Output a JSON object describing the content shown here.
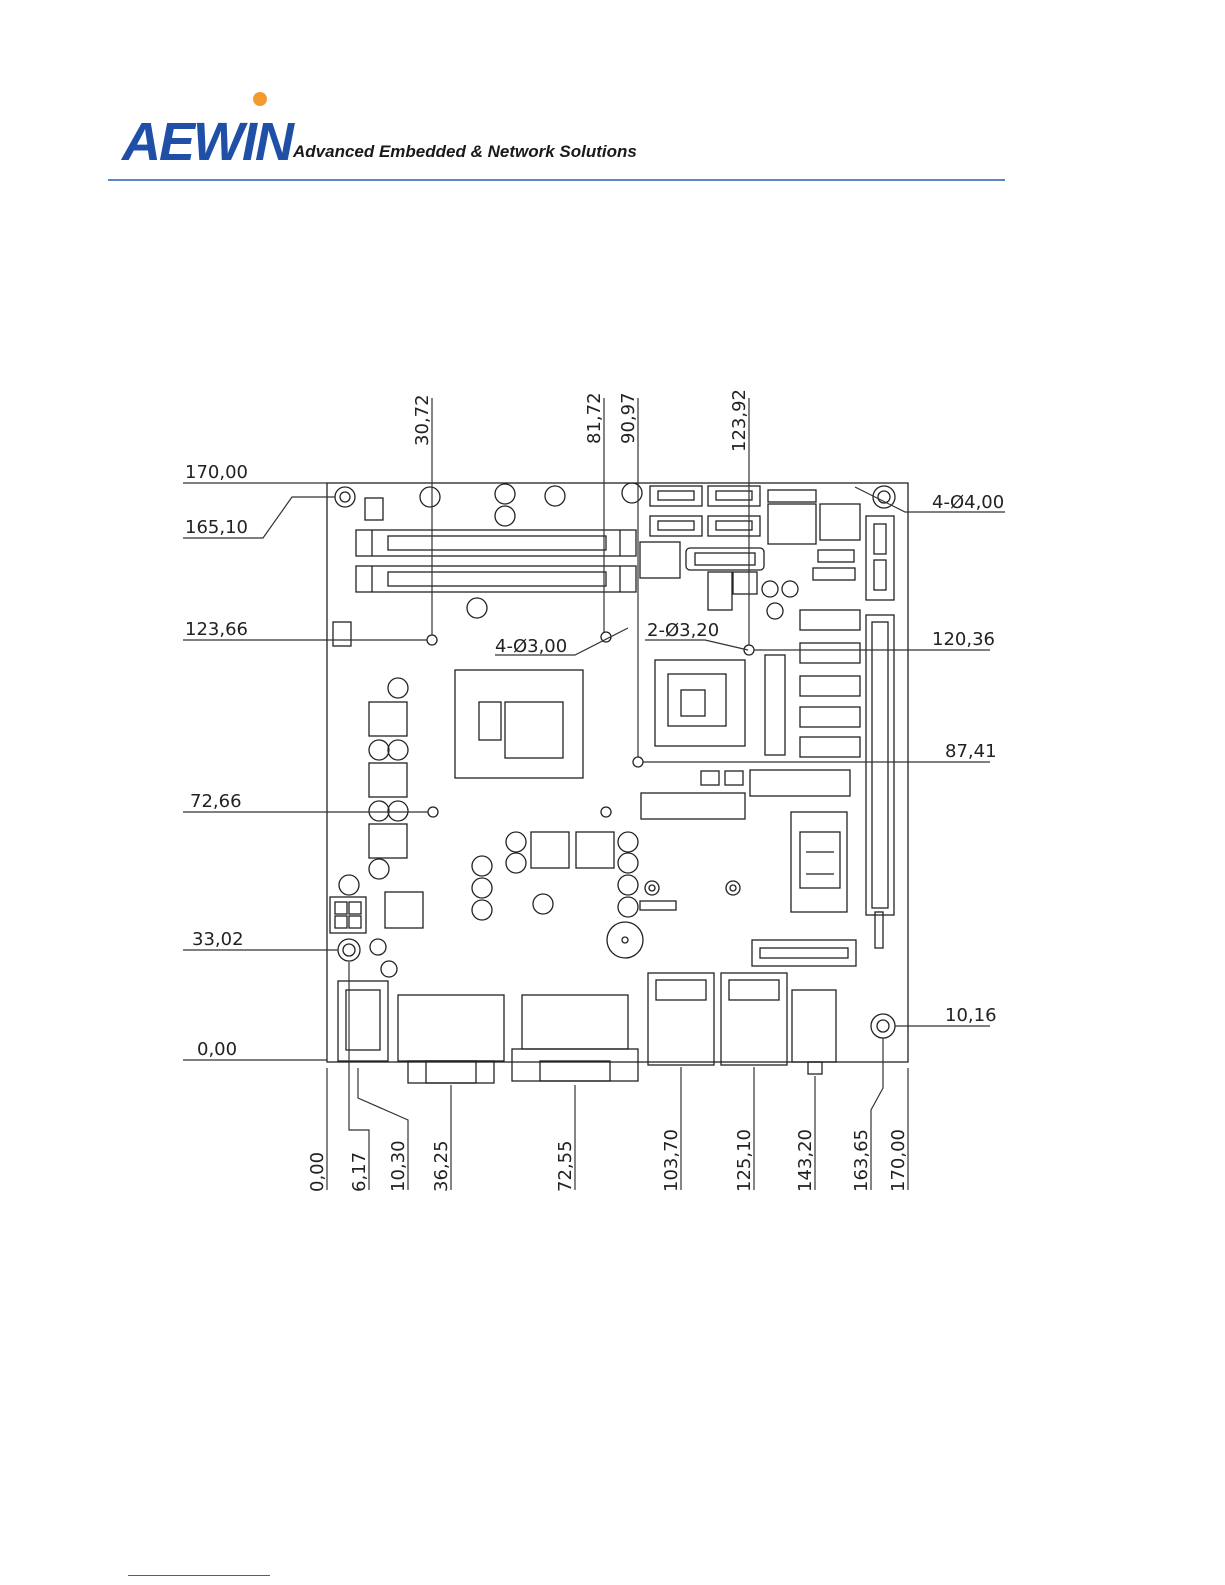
{
  "header": {
    "logo_text": "AEWIN",
    "tagline": "Advanced Embedded & Network Solutions",
    "colors": {
      "logo_blue": "#1f4fa6",
      "logo_dot": "#f29a2e",
      "rule": "#5b86c4"
    }
  },
  "drawing": {
    "left_dimensions": [
      "170,00",
      "165,10",
      "123,66",
      "72,66",
      "33,02",
      "0,00"
    ],
    "top_dimensions": [
      "30,72",
      "81,72",
      "90,97",
      "123,92"
    ],
    "right_dimensions": [
      "4-Ø4,00",
      "120,36",
      "87,41",
      "10,16"
    ],
    "hole_callouts": [
      "4-Ø3,00",
      "2-Ø3,20"
    ],
    "bottom_dimensions": [
      "0,00",
      "6,17",
      "10,30",
      "36,25",
      "72,55",
      "103,70",
      "125,10",
      "143,20",
      "163,65",
      "170,00"
    ]
  }
}
